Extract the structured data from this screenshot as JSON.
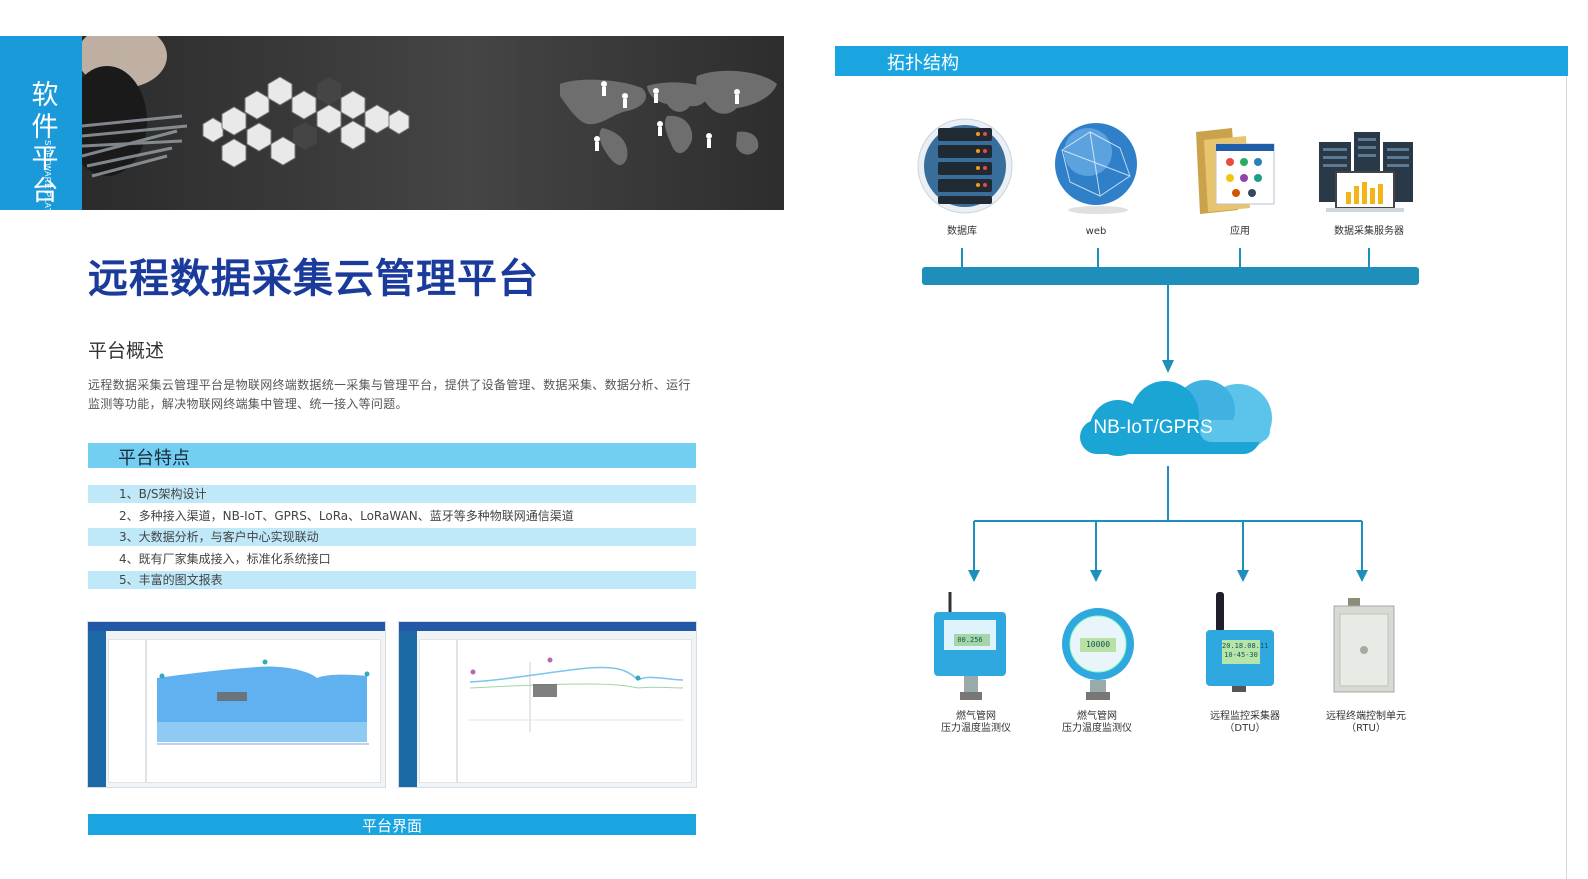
{
  "sidebar_tab": {
    "title_cn": "软件平台",
    "title_en": "SOFTWARE PLATFORM"
  },
  "title": "远程数据采集云管理平台",
  "overview": {
    "heading": "平台概述",
    "text": "远程数据采集云管理平台是物联网终端数据统一采集与管理平台，提供了设备管理、数据采集、数据分析、运行监测等功能，解决物联网终端集中管理、统一接入等问题。"
  },
  "features": {
    "heading": "平台特点",
    "items": [
      "1、B/S架构设计",
      "2、多种接入渠道，NB-IoT、GPRS、LoRa、LoRaWAN、蓝牙等多种物联网通信渠道",
      "3、大数据分析，与客户中心实现联动",
      "4、既有厂家集成接入，标准化系统接口",
      "5、丰富的图文报表"
    ]
  },
  "interface_caption": "平台界面",
  "topology": {
    "heading": "拓扑结构",
    "top_nodes": [
      "数据库",
      "web",
      "应用",
      "数据采集服务器"
    ],
    "cloud_label": "NB-IoT/GPRS",
    "devices": [
      {
        "line1": "燃气管网",
        "line2": "压力温度监测仪"
      },
      {
        "line1": "燃气管网",
        "line2": "压力温度监测仪"
      },
      {
        "line1": "远程监控采集器",
        "line2": "（DTU）"
      },
      {
        "line1": "远程终端控制单元",
        "line2": "（RTU）"
      }
    ],
    "device_readouts": [
      "00.256",
      "10000",
      "20.18.08.11",
      "10-45-30"
    ]
  },
  "colors": {
    "brand_blue": "#1aa5e0",
    "title_navy": "#1a3a9c",
    "topo_teal": "#1d8fba",
    "feature_bg": "#72cff2"
  }
}
